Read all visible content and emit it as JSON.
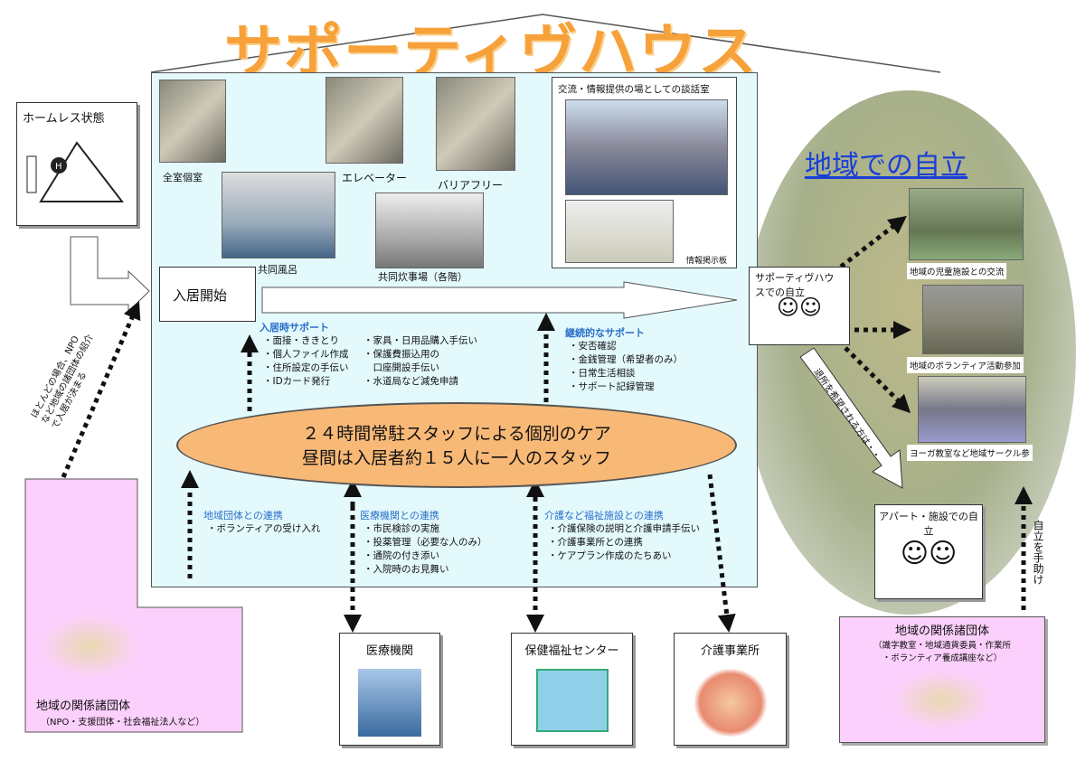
{
  "title": "サポーティヴハウス",
  "homeless": {
    "label": "ホームレス状態"
  },
  "photos": [
    {
      "label": "全室個室"
    },
    {
      "label": "エレベーター"
    },
    {
      "label": "バリアフリー"
    },
    {
      "label": "共同風呂"
    },
    {
      "label": "共同炊事場（各階）"
    }
  ],
  "lounge": {
    "title": "交流・情報提供の場としての談話室",
    "board_label": "情報掲示板"
  },
  "move_in": "入居開始",
  "move_in_support": {
    "heading": "入居時サポート",
    "col1": [
      "・面接・ききとり",
      "・個人ファイル作成",
      "・住所設定の手伝い",
      "・IDカード発行"
    ],
    "col2": [
      "・家具・日用品購入手伝い",
      "・保護費振込用の",
      "　口座開設手伝い",
      "・水道局など減免申請"
    ]
  },
  "ongoing_support": {
    "heading": "継続的なサポート",
    "items": [
      "・安否確認",
      "・金銭管理（希望者のみ）",
      "・日常生活相談",
      "・サポート記録管理"
    ]
  },
  "cloud": {
    "line1": "２４時間常駐スタッフによる個別のケア",
    "line2": "昼間は入居者約１５人に一人のスタッフ"
  },
  "links": [
    {
      "heading": "地域団体との連携",
      "items": [
        "・ボランティアの受け入れ"
      ]
    },
    {
      "heading": "医療機関との連携",
      "items": [
        "・市民検診の実施",
        "・投薬管理（必要な人のみ）",
        "・通院の付き添い",
        "・入院時のお見舞い"
      ]
    },
    {
      "heading": "介護など福祉施設との連携",
      "items": [
        "・介護保険の説明と介護申請手伝い",
        "・介護事業所との連携",
        "・ケアプラン作成のたちあい"
      ]
    }
  ],
  "left_note": "ほとんどの場合、NPOなど地域の諸団体の紹介で入居が決まる",
  "left_org": {
    "title": "地域の関係諸団体",
    "sub": "（NPO・支援団体・社会福祉法人など）"
  },
  "bottom_boxes": [
    {
      "label": "医療機関"
    },
    {
      "label": "保健福祉センター"
    },
    {
      "label": "介護事業所"
    }
  ],
  "community": {
    "title": "地域での自立",
    "self_reliance": "サポーティヴハウスでの自立",
    "activities": [
      "地域の児童施設との交流",
      "地域のボランティア活動参加",
      "ヨーガ教室など地域サークル参"
    ],
    "leaving_note": "退所を希望される方は・・",
    "apartment": "アパート・施設での自立",
    "support_note": "自立を手助け"
  },
  "right_org": {
    "title": "地域の関係諸団体",
    "sub1": "（識字教室・地域通貨委員・作業所",
    "sub2": "・ボランティア養成講座など）"
  }
}
